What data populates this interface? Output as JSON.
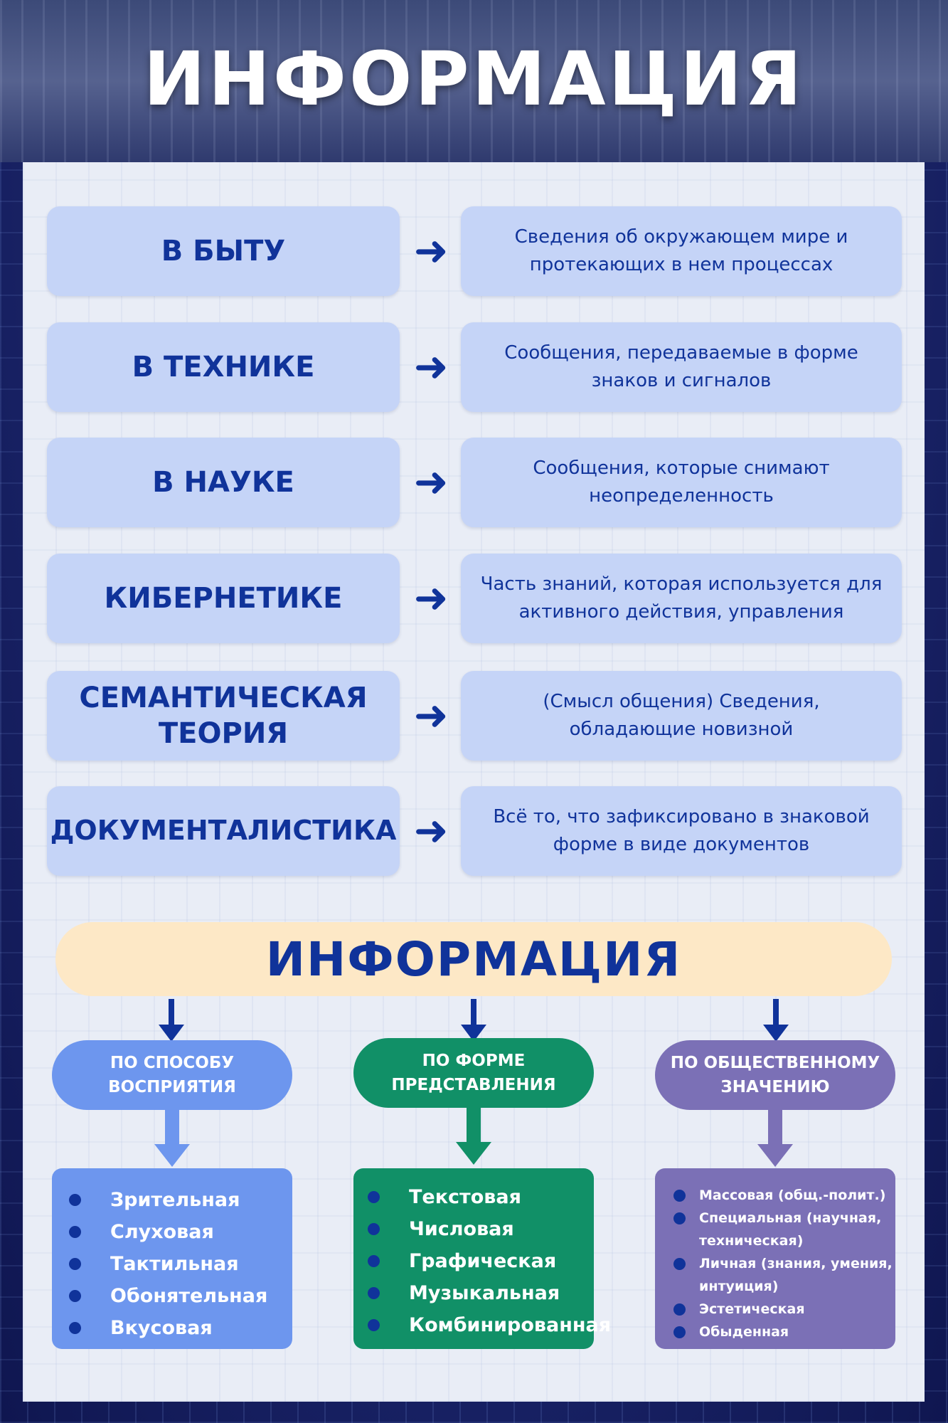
{
  "title": "ИНФОРМАЦИЯ",
  "definitions": [
    {
      "area": "В БЫТУ",
      "text": "Сведения об окружающем мире и протекающих в нем процессах"
    },
    {
      "area": "В ТЕХНИКЕ",
      "text": "Сообщения, передаваемые в форме знаков и сигналов"
    },
    {
      "area": "В НАУКЕ",
      "text": "Сообщения, которые снимают неопределенность"
    },
    {
      "area": "КИБЕРНЕТИКЕ",
      "text": "Часть знаний, которая используется для активного действия, управления"
    },
    {
      "area": "СЕМАНТИЧЕСКАЯ ТЕОРИЯ",
      "text": "(Смысл общения) Сведения, обладающие новизной"
    },
    {
      "area": "ДОКУМЕНТАЛИСТИКА",
      "text": "Всё то, что зафиксировано в знаковой форме в виде документов"
    }
  ],
  "arrow_glyph": "➜",
  "banner": "ИНФОРМАЦИЯ",
  "categories": [
    {
      "label": "ПО СПОСОБУ ВОСПРИЯТИЯ",
      "color": "#6d96ee",
      "items": [
        "Зрительная",
        "Слуховая",
        "Тактильная",
        "Обонятельная",
        "Вкусовая"
      ]
    },
    {
      "label": "ПО ФОРМЕ ПРЕДСТАВЛЕНИЯ",
      "color": "#119067",
      "items": [
        "Текстовая",
        "Числовая",
        "Графическая",
        "Музыкальная",
        "Комбинированная"
      ]
    },
    {
      "label": "ПО ОБЩЕСТВЕННОМУ ЗНАЧЕНИЮ",
      "color": "#7b70b6",
      "items": [
        "Массовая (общ.-полит.)",
        "Специальная (научная, техническая)",
        "Личная (знания, умения, интуиция)",
        "Эстетическая",
        "Обыденная"
      ]
    }
  ],
  "colors": {
    "accent": "#10339a",
    "card": "#c5d4f7",
    "banner": "#fde8c6"
  }
}
